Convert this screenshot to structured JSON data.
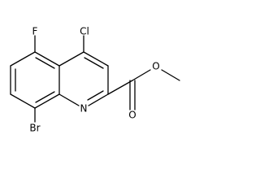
{
  "molecule": {
    "atom_labels": {
      "F": "F",
      "Cl": "Cl",
      "Br": "Br",
      "N": "N",
      "O_carbonyl": "O",
      "O_ester": "O"
    }
  }
}
